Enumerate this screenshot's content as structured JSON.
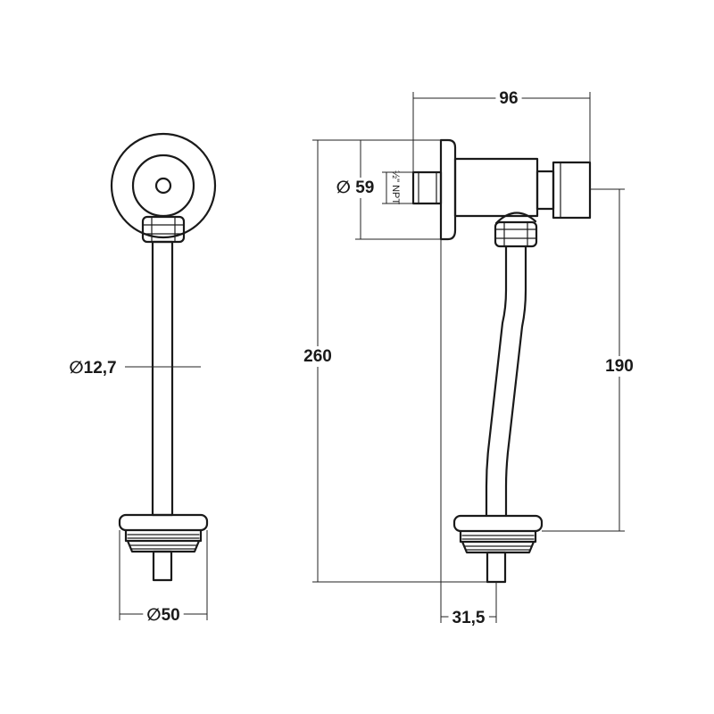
{
  "dimensions": {
    "width_total": "96",
    "height_total": "260",
    "height_outlet": "190",
    "flange_diameter": "∅ 59",
    "pipe_diameter": "∅12,7",
    "base_diameter": "∅50",
    "offset": "31,5"
  },
  "thread_label": "½\" NPT"
}
